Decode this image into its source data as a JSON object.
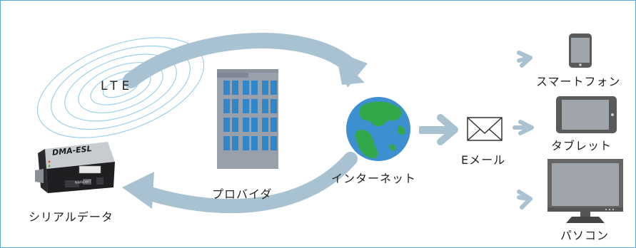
{
  "diagram": {
    "lte_label": "LTE",
    "device": {
      "model_label": "DMA-ESL",
      "brand_label": "NANOBIT",
      "caption": "シリアルデータ"
    },
    "provider_label": "プロバイダ",
    "internet_label": "インターネット",
    "email_label": "Eメール",
    "targets": [
      {
        "label": "スマートフォン",
        "icon": "smartphone-icon"
      },
      {
        "label": "タブレット",
        "icon": "tablet-icon"
      },
      {
        "label": "パソコン",
        "icon": "pc-monitor-icon"
      }
    ],
    "colors": {
      "frame": "#5aa9d6",
      "arrow": "#a9c2d2",
      "wave": "#9dd0ea",
      "building": "#97a0ab",
      "window": "#2f86c8",
      "globe_ocean": "#3d8fd0",
      "globe_land": "#33a84a"
    }
  }
}
